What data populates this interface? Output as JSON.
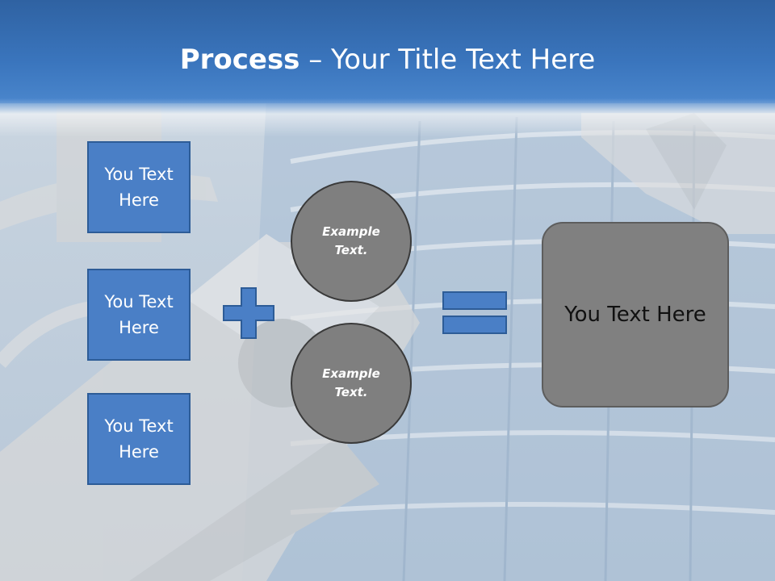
{
  "slide": {
    "title_bold": "Process",
    "title_rest": " – Your Title Text Here",
    "boxes": [
      {
        "label": "You Text Here"
      },
      {
        "label": "You Text Here"
      },
      {
        "label": "You Text Here"
      }
    ],
    "circles": [
      {
        "label": "Example Text."
      },
      {
        "label": "Example Text."
      }
    ],
    "result": {
      "label": "You Text Here"
    },
    "colors": {
      "header": "#3a75bd",
      "box_fill": "#4a7fc6",
      "circle_fill": "#7f7f7f",
      "result_fill": "#808080"
    }
  }
}
